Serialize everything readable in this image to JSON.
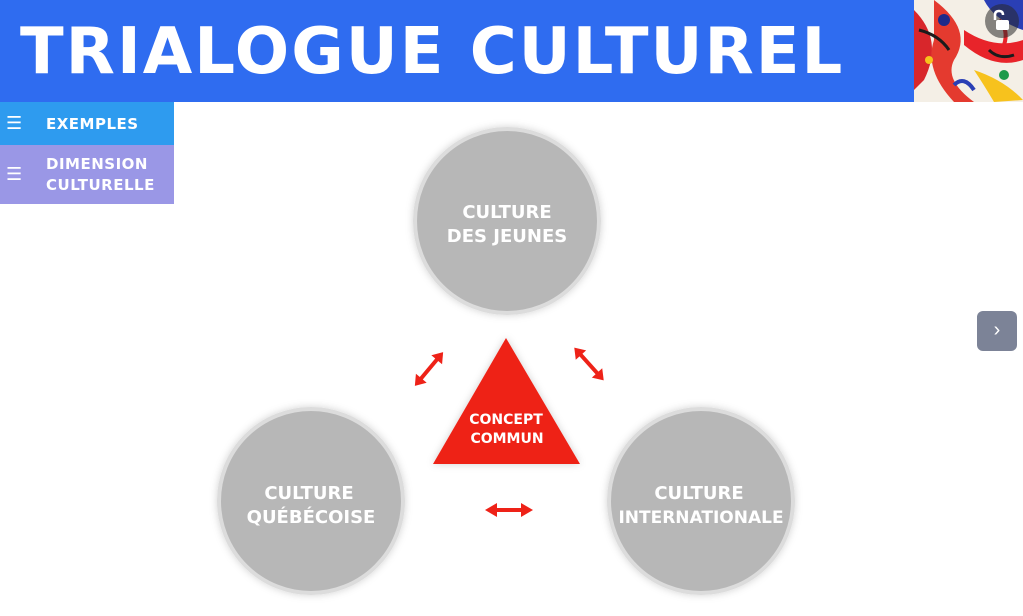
{
  "header": {
    "title": "TRIALOGUE CULTUREL",
    "background_color": "#2f6cf0",
    "unlock_icon": "unlock-icon"
  },
  "menu": {
    "items": [
      {
        "label": "EXEMPLES",
        "icon": "hamburger-icon",
        "color": "#2e9bef"
      },
      {
        "label": "DIMENSION\nCULTURELLE",
        "icon": "hamburger-icon",
        "color": "#9a97e6"
      }
    ]
  },
  "diagram": {
    "circles": {
      "top": {
        "line1": "CULTURE",
        "line2": "DES JEUNES"
      },
      "left": {
        "line1": "CULTURE",
        "line2": "QUÉBÉCOISE"
      },
      "right": {
        "line1": "CULTURE",
        "line2": "INTERNATIONALE"
      }
    },
    "center": {
      "line1": "CONCEPT",
      "line2": "COMMUN"
    },
    "circle_color": "#b7b7b7",
    "triangle_color": "#ee2218",
    "arrow_color": "#ee2218"
  },
  "navigation": {
    "next_label": "›"
  }
}
